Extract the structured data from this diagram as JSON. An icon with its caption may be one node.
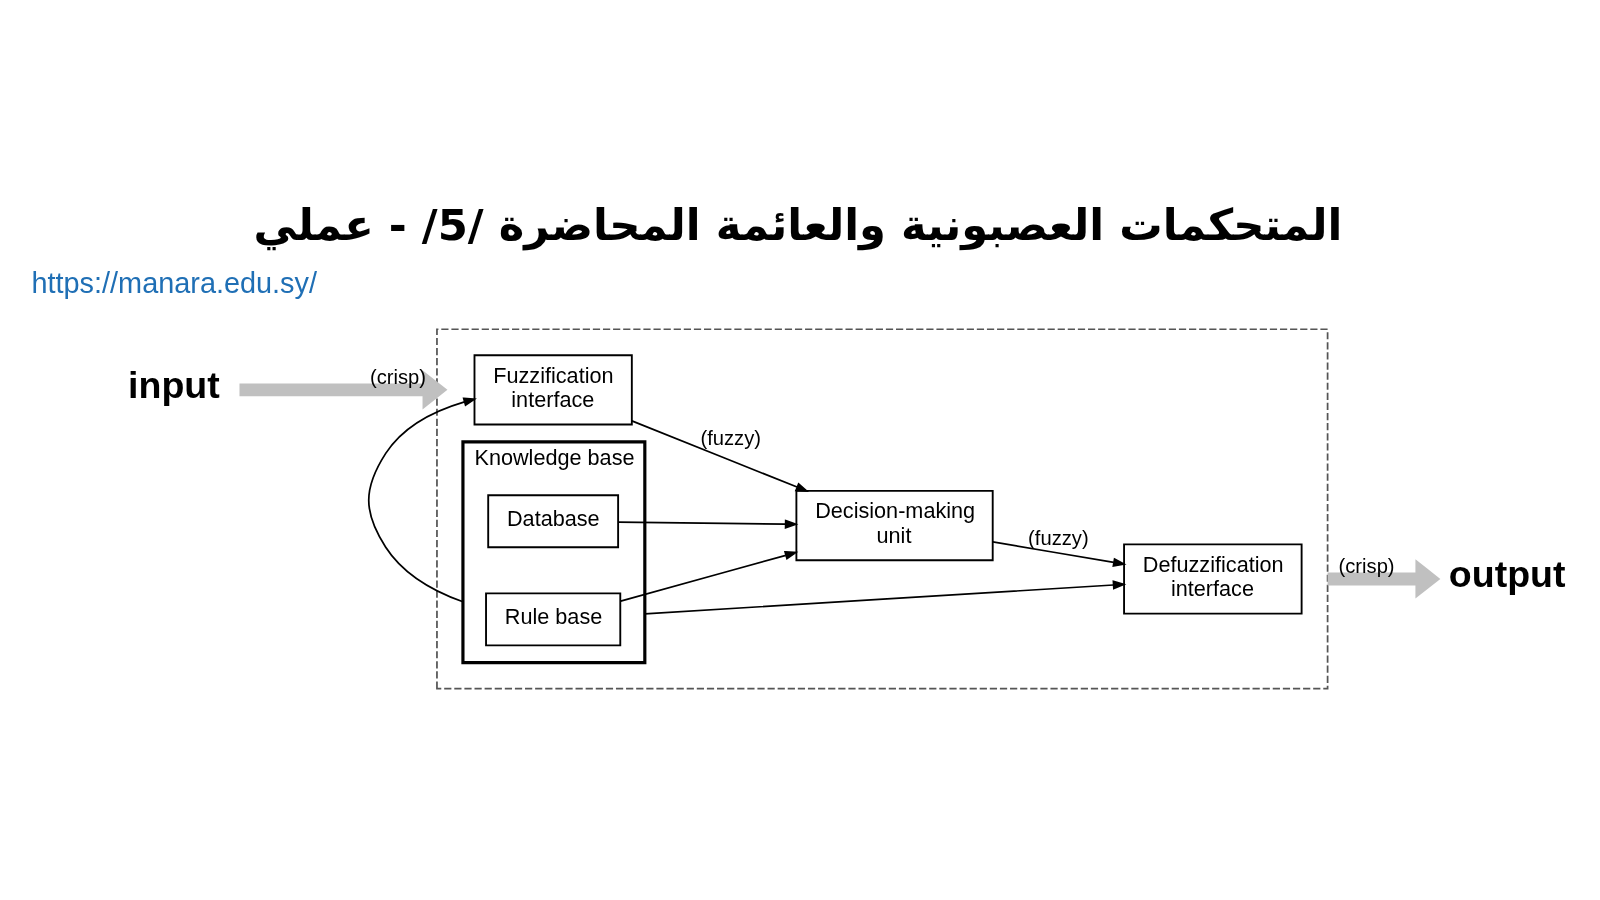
{
  "diagram": {
    "title": "المتحكمات العصبونية والعائمة المحاضرة /5/ - عملي",
    "nodes": [
      {
        "text": [
          "input"
        ]
      },
      {
        "text": [],
        "shape": "box"
      },
      {
        "text": [
          "Knowledge base"
        ],
        "in": 1
      },
      {
        "text": [
          "Database"
        ],
        "in": 2
      },
      {
        "text": [
          "Rule base"
        ],
        "in": 2
      },
      {
        "text": [
          "Fuzzification interface"
        ],
        "in": 1
      },
      {
        "text": [
          "Defuzzification interface"
        ],
        "in": 1
      },
      {
        "text": [
          "Decision-making unit"
        ],
        "in": 1
      },
      {
        "text": [
          "output"
        ]
      }
    ],
    "edges": [
      {
        "from": 0,
        "to": 1,
        "arrow": "to",
        "label": "(crisp)",
        "style": "thick",
        "color": "#c0c0c0"
      },
      {
        "from": 2,
        "to": 5,
        "arrow": "to"
      },
      {
        "from": 2,
        "to": 6,
        "arrow": "to"
      },
      {
        "from": 3,
        "to": 7,
        "arrow": "to"
      },
      {
        "from": 4,
        "to": 7,
        "arrow": "to"
      },
      {
        "from": 5,
        "to": 7,
        "arrow": "to",
        "label": "(fuzzy)"
      },
      {
        "from": 7,
        "to": 6,
        "arrow": "to",
        "label": "(fuzzy)"
      },
      {
        "from": 1,
        "to": 8,
        "arrow": "to",
        "label": "(crisp)",
        "style": "thick",
        "color": "#c0c0c0"
      }
    ],
    "labels": [
      "https://manara.edu.sy/"
    ]
  }
}
